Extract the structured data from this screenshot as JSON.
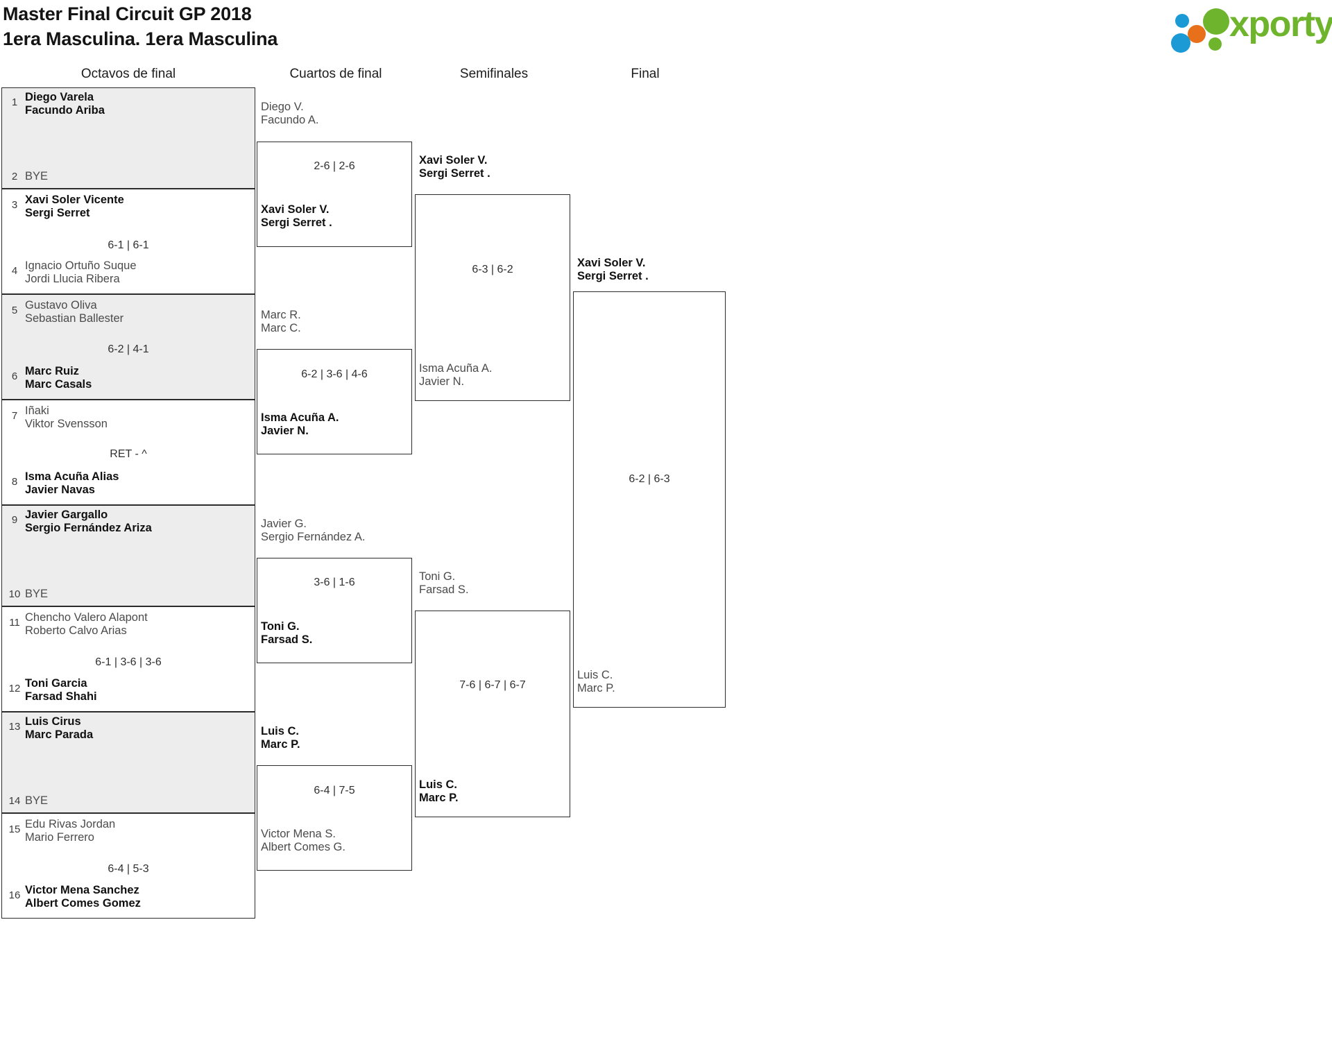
{
  "header": {
    "title_line1": "Master Final Circuit GP 2018",
    "title_line2": "1era Masculina. 1era Masculina"
  },
  "logo": {
    "wordmark": "xporty",
    "colors": {
      "green": "#6fb42d",
      "blue": "#1b9ad6",
      "orange": "#e8701a"
    }
  },
  "rounds": [
    {
      "label": "Octavos de final"
    },
    {
      "label": "Cuartos de final"
    },
    {
      "label": "Semifinales"
    },
    {
      "label": "Final"
    }
  ],
  "round1": [
    {
      "seed": "1",
      "p1": "Diego Varela",
      "p2": "Facundo Ariba",
      "winner": true,
      "bye": false
    },
    {
      "seed": "2",
      "bye": true,
      "bye_label": "BYE"
    },
    {
      "seed": "3",
      "p1": "Xavi Soler Vicente",
      "p2": "Sergi Serret",
      "winner": true,
      "bye": false
    },
    {
      "seed": "4",
      "p1": "Ignacio Ortuño Suque",
      "p2": "Jordi Llucia Ribera",
      "winner": false,
      "bye": false
    },
    {
      "seed": "5",
      "p1": "Gustavo Oliva",
      "p2": "Sebastian Ballester",
      "winner": false,
      "bye": false
    },
    {
      "seed": "6",
      "p1": "Marc Ruiz",
      "p2": "Marc Casals",
      "winner": true,
      "bye": false
    },
    {
      "seed": "7",
      "p1": "Iñaki",
      "p2": "Viktor Svensson",
      "winner": false,
      "bye": false
    },
    {
      "seed": "8",
      "p1": "Isma Acuña Alias",
      "p2": "Javier Navas",
      "winner": true,
      "bye": false
    },
    {
      "seed": "9",
      "p1": "Javier Gargallo",
      "p2": "Sergio Fernández Ariza",
      "winner": true,
      "bye": false
    },
    {
      "seed": "10",
      "bye": true,
      "bye_label": "BYE"
    },
    {
      "seed": "11",
      "p1": "Chencho Valero Alapont",
      "p2": "Roberto Calvo Arias",
      "winner": false,
      "bye": false
    },
    {
      "seed": "12",
      "p1": "Toni Garcia",
      "p2": "Farsad Shahi",
      "winner": true,
      "bye": false
    },
    {
      "seed": "13",
      "p1": "Luis Cirus",
      "p2": "Marc Parada",
      "winner": true,
      "bye": false
    },
    {
      "seed": "14",
      "bye": true,
      "bye_label": "BYE"
    },
    {
      "seed": "15",
      "p1": "Edu Rivas Jordan",
      "p2": "Mario Ferrero",
      "winner": false,
      "bye": false
    },
    {
      "seed": "16",
      "p1": "Victor Mena Sanchez",
      "p2": "Albert Comes Gomez",
      "winner": true,
      "bye": false
    }
  ],
  "round1_scores": [
    {
      "text": ""
    },
    {
      "text": "6-1 | 6-1"
    },
    {
      "text": "6-2 | 4-1"
    },
    {
      "text": "RET - ^"
    },
    {
      "text": ""
    },
    {
      "text": "6-1 | 3-6 | 3-6"
    },
    {
      "text": ""
    },
    {
      "text": "6-4 | 5-3"
    }
  ],
  "round2": [
    {
      "p1": "Diego V.",
      "p2": "Facundo A.",
      "winner": false
    },
    {
      "p1": "Xavi Soler V.",
      "p2": "Sergi Serret .",
      "winner": true
    },
    {
      "p1": "Marc R.",
      "p2": "Marc C.",
      "winner": false
    },
    {
      "p1": "Isma Acuña A.",
      "p2": "Javier N.",
      "winner": true
    },
    {
      "p1": "Javier G.",
      "p2": "Sergio Fernández A.",
      "winner": false
    },
    {
      "p1": "Toni G.",
      "p2": "Farsad S.",
      "winner": true
    },
    {
      "p1": "Luis C.",
      "p2": "Marc P.",
      "winner": true
    },
    {
      "p1": "Victor Mena S.",
      "p2": "Albert Comes G.",
      "winner": false
    }
  ],
  "round2_scores": [
    {
      "text": "2-6 | 2-6"
    },
    {
      "text": "6-2 | 3-6 | 4-6"
    },
    {
      "text": "3-6 | 1-6"
    },
    {
      "text": "6-4 | 7-5"
    }
  ],
  "round3": [
    {
      "p1": "Xavi Soler V.",
      "p2": "Sergi Serret .",
      "winner": true
    },
    {
      "p1": "Isma Acuña A.",
      "p2": "Javier N.",
      "winner": false
    },
    {
      "p1": "Toni G.",
      "p2": "Farsad S.",
      "winner": false
    },
    {
      "p1": "Luis C.",
      "p2": "Marc P.",
      "winner": true
    }
  ],
  "round3_scores": [
    {
      "text": "6-3 | 6-2"
    },
    {
      "text": "7-6 | 6-7 | 6-7"
    }
  ],
  "round4": [
    {
      "p1": "Xavi Soler V.",
      "p2": "Sergi Serret .",
      "winner": true
    },
    {
      "p1": "Luis C.",
      "p2": "Marc P.",
      "winner": false
    }
  ],
  "round4_scores": [
    {
      "text": "6-2 | 6-3"
    }
  ]
}
